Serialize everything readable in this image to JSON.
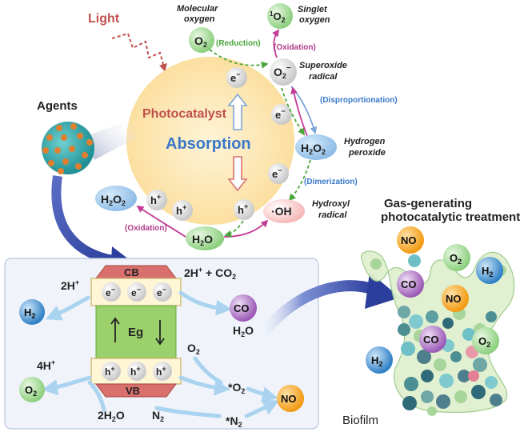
{
  "labels": {
    "light": "Light",
    "agents": "Agents",
    "photocatalyst": "Photocatalyst",
    "absorption": "Absorption",
    "molecular": "Molecular",
    "oxygen": "oxygen",
    "singlet": "Singlet",
    "reduction": "(Reduction)",
    "oxidation": "(Oxidation)",
    "superoxide": "Superoxide",
    "radical": "radical",
    "disproportionation": "(Disproportionation)",
    "hydrogen": "Hydrogen",
    "peroxide": "peroxide",
    "dimerization": "(Dimerization)",
    "hydroxyl": "Hydroxyl",
    "gas_line1": "Gas-generating",
    "gas_line2": "photocatalytic treatment",
    "biofilm": "Biofilm"
  },
  "species": {
    "o2": "O",
    "sub2": "2",
    "sup1": "1",
    "superoxide_sup": "−",
    "e": "e",
    "minus": "−",
    "h": "h",
    "plus": "+",
    "h2o2_h": "H",
    "h2o2_o": "O",
    "oh": "·OH",
    "h2o_h": "H",
    "h2o_o": "O",
    "cb": "CB",
    "vb": "VB",
    "eg": "Eg",
    "twoH": "2H",
    "twoHCO2_a": "2H",
    "twoHCO2_b": " + CO",
    "fourH": "4H",
    "co": "CO",
    "h2o_text_h": "H",
    "h2o_text_o": "O",
    "o2_text": "O",
    "no": "NO",
    "star_o2": "*O",
    "star_n2": "*N",
    "twoH2O_a": "2H",
    "twoH2O_b": "O",
    "n2": "N"
  },
  "colors": {
    "light": "#c0504d",
    "photocatalyst": "#c0504d",
    "absorption": "#3a78c8",
    "reduction": "#4aa63a",
    "oxidation": "#b03a8c",
    "disproportionation": "#3a78c8",
    "dimerization": "#3a78c8",
    "cb_band": "#d9706e",
    "eg_band": "#9bd06a",
    "no_bubble": "#f5a623",
    "co_bubble": "#9b59b6",
    "h2_bubble": "#3c8fd0",
    "o2_bubble": "#8ccf7e"
  }
}
